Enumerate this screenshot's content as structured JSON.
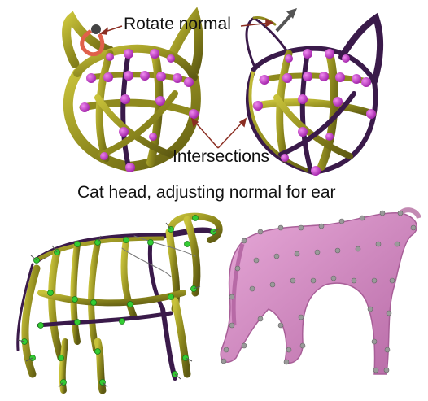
{
  "labels": {
    "rotate_normal": "Rotate normal",
    "intersections": "Intersections",
    "caption": "Cat head, adjusting normal for ear"
  },
  "colors": {
    "tube_olive": "#8f8a1e",
    "tube_dark": "#3a1a4a",
    "joint_magenta": "#cc33cc",
    "arrow_brown": "#8b2e22",
    "rotate_handle": "#e0604a",
    "mesh_pink": "#d98fc4",
    "node_green": "#33cc33",
    "node_grey": "#9a9a9a"
  }
}
